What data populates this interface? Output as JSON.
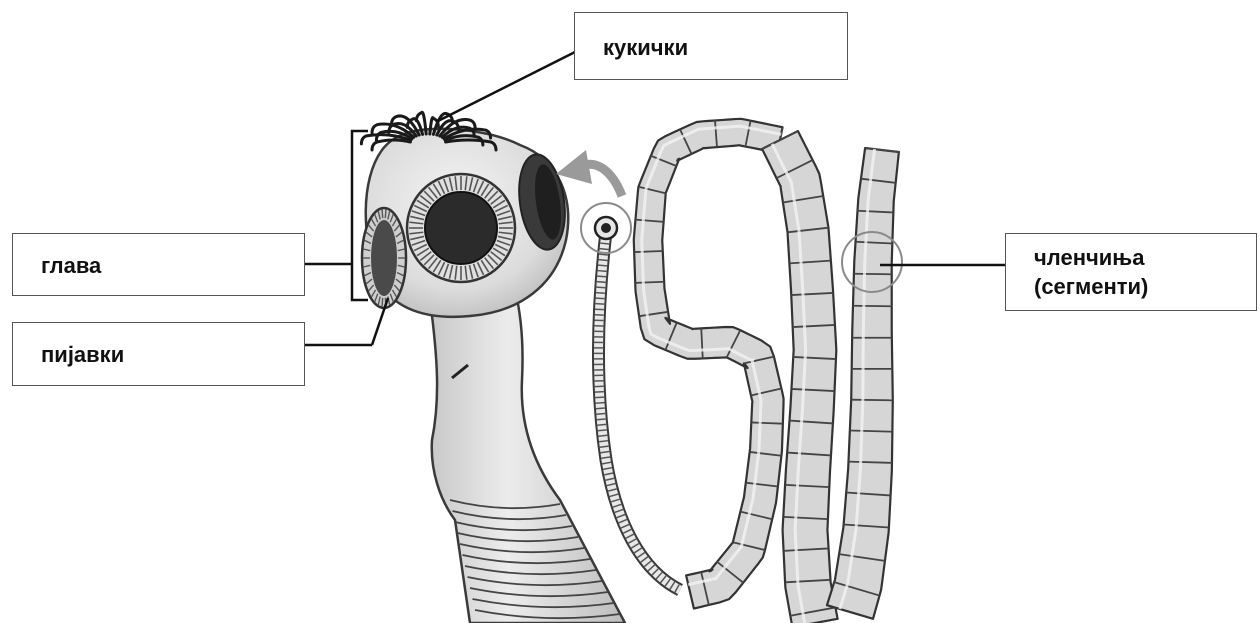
{
  "labels": {
    "hooks": "кукички",
    "head": "глава",
    "suckers": "пијавки",
    "segments_line1": "членчиња",
    "segments_line2": "(сегменти)"
  },
  "colors": {
    "body_fill": "#e6e6e6",
    "segment_fill": "#d4d4d4",
    "outline": "#3a3a3a",
    "sucker_dark": "#2b2b2b",
    "pointer_line": "#111111"
  },
  "icons": {
    "arrow": "curved-arrow-icon",
    "magnifier": "circle-highlight"
  }
}
